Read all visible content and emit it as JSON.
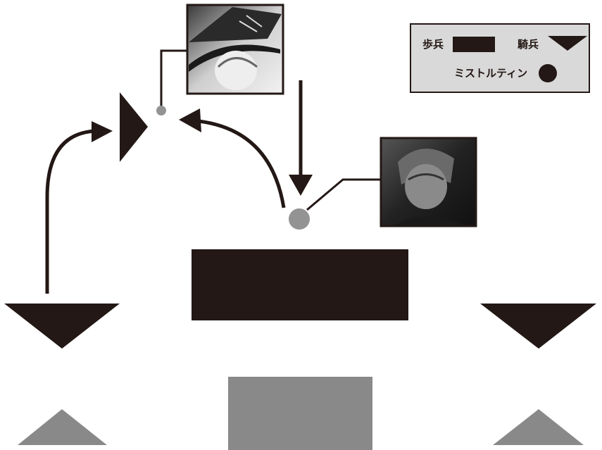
{
  "legend": {
    "infantry_label": "歩兵",
    "cavalry_label": "騎兵",
    "mistilteinn_label": "ミストルティン"
  },
  "colors": {
    "enemy_unit": "#231815",
    "allied_unit": "#898989",
    "mistilteinn_marker": "#939393",
    "legend_background": "#d9d9d9",
    "connector_line": "#231815"
  },
  "portraits": {
    "top": "witch-hat-character-portrait",
    "right": "young-man-character-portrait"
  }
}
